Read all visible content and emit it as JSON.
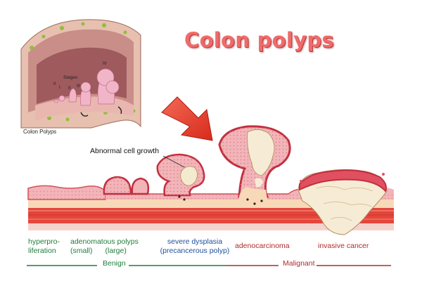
{
  "title": "Colon polyps",
  "inset": {
    "caption": "Colon Polyps",
    "stages_label": "Stages",
    "stage_numerals": [
      "0",
      "I",
      "II",
      "III",
      "IV"
    ]
  },
  "annotation": "Abnormal cell growth",
  "stages": [
    {
      "line1": "hyperpro-",
      "line2": "liferation"
    },
    {
      "line1": "adenomatous polyps",
      "line2a": "(small)",
      "line2b": "(large)"
    },
    {
      "line1": "severe dysplasia",
      "line2": "(precancerous polyp)"
    },
    {
      "line1": "adenocarcinoma"
    },
    {
      "line1": "invasive cancer"
    }
  ],
  "groups": {
    "benign": "Benign",
    "malignant": "Malignant"
  },
  "colors": {
    "title": "#ef6b6b",
    "benign": "#1f7c3c",
    "malignant": "#b22a2a",
    "stage_text": "#1e4f9a",
    "arrow": "#e53a2a",
    "tissue": "#f2b4b8",
    "muscle": "#e4463c"
  },
  "icons": [
    "red-arrow-icon"
  ]
}
